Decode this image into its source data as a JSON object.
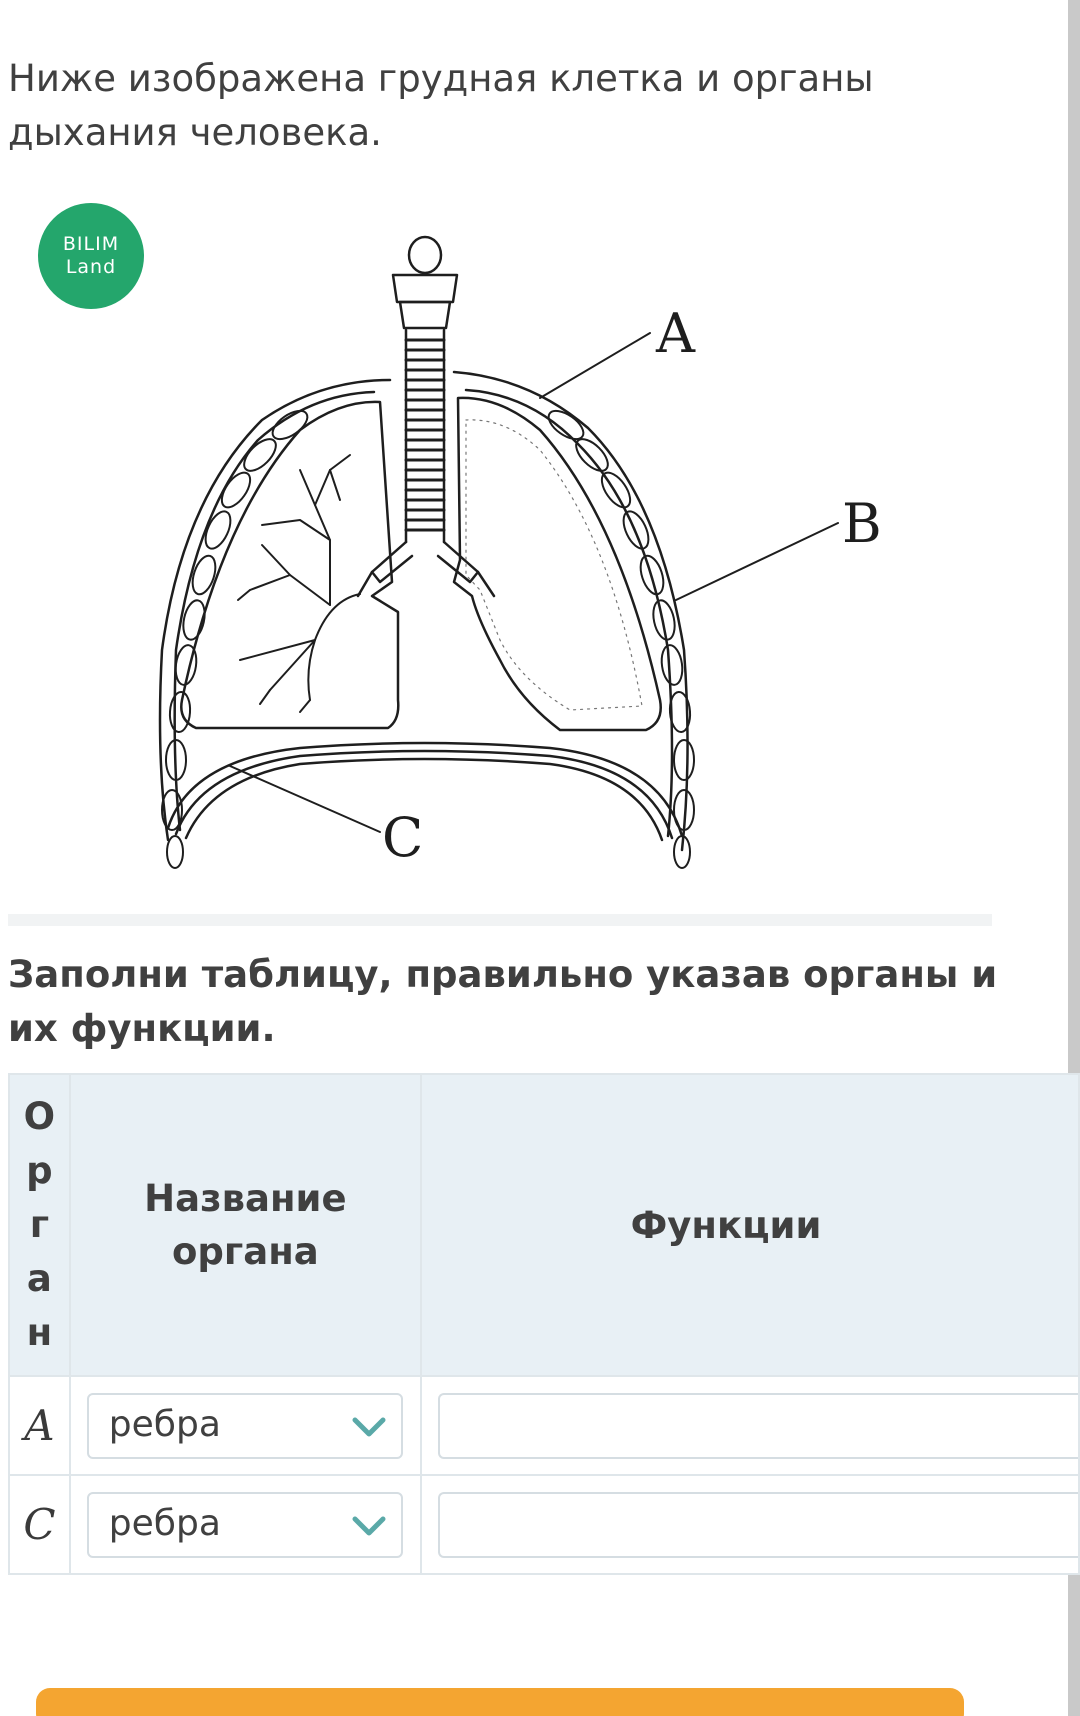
{
  "intro": {
    "line1": "Ниже изображена грудная клетка и органы",
    "line2": "дыхания человека."
  },
  "logo": {
    "line1": "BILIM",
    "line2": "Land"
  },
  "diagram": {
    "label_a": "A",
    "label_b": "B",
    "label_c": "C"
  },
  "task": {
    "line1": "Заполни таблицу, правильно указав органы и",
    "line2": "их функции."
  },
  "table": {
    "headers": {
      "organ": "Орган",
      "name": "Название органа",
      "functions": "Функции"
    },
    "rows": [
      {
        "letter": "A",
        "selected": "ребра",
        "function_value": ""
      },
      {
        "letter": "C",
        "selected": "ребра",
        "function_value": ""
      }
    ]
  },
  "colors": {
    "logo": "#24a66c",
    "header_bg": "#e8f0f5",
    "button": "#f4a531",
    "chevron": "#5aa9a8"
  }
}
